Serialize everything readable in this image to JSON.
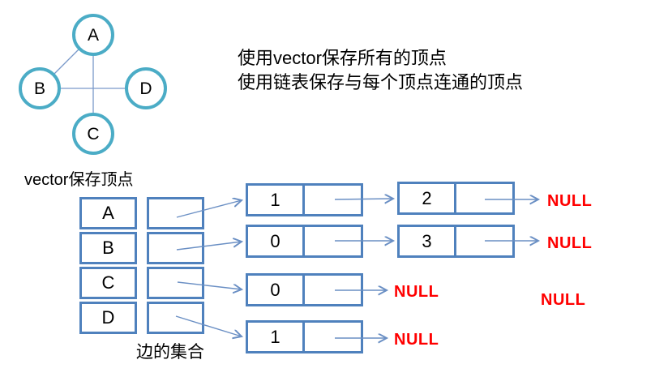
{
  "graph": {
    "nodes": [
      {
        "label": "A"
      },
      {
        "label": "B"
      },
      {
        "label": "C"
      },
      {
        "label": "D"
      }
    ],
    "edges": [
      "A-B",
      "A-C",
      "B-D"
    ]
  },
  "description": {
    "line1": "使用vector保存所有的顶点",
    "line2": "使用链表保存与每个顶点连通的顶点"
  },
  "vector_section": {
    "label": "vector保存顶点",
    "cells": [
      "A",
      "B",
      "C",
      "D"
    ],
    "edge_set_label": "边的集合"
  },
  "adjacency_lists": {
    "rows": [
      {
        "vertex": "A",
        "node1": "1",
        "node2": "2",
        "terminator": "NULL"
      },
      {
        "vertex": "B",
        "node1": "0",
        "node2": "3",
        "terminator": "NULL"
      },
      {
        "vertex": "C",
        "node1": "0",
        "terminator": "NULL"
      },
      {
        "vertex": "D",
        "node1": "1",
        "terminator": "NULL"
      }
    ],
    "extra_null": "NULL"
  },
  "colors": {
    "box_border": "#4F81BD",
    "circle_stroke": "#4BACC6",
    "arrow": "#6A8FC4",
    "null_text": "#FF0000",
    "text": "#000000"
  }
}
